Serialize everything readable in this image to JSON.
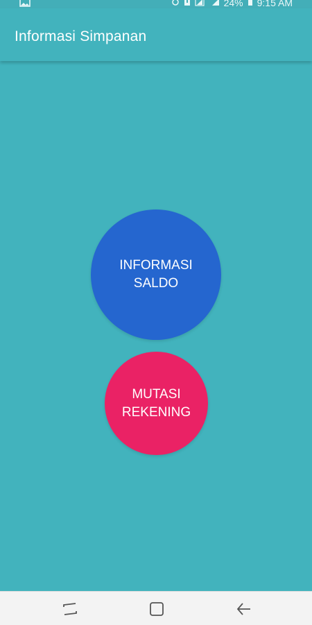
{
  "status_bar": {
    "battery_text": "24%",
    "time": "9:15 AM",
    "icons": [
      "image-icon",
      "settings-icon",
      "warning-icon",
      "signal-icon",
      "signal-icon",
      "battery-icon"
    ]
  },
  "app_bar": {
    "title": "Informasi Simpanan"
  },
  "buttons": {
    "saldo_label": "INFORMASI\nSALDO",
    "mutasi_label": "MUTASI\nREKENING"
  },
  "nav_bar": {
    "icons": [
      "recent-apps-icon",
      "home-icon",
      "back-icon"
    ]
  },
  "colors": {
    "background": "#42b3bd",
    "saldo_button": "#2566cf",
    "mutasi_button": "#ea2265",
    "nav_bar": "#f3f3f3"
  }
}
